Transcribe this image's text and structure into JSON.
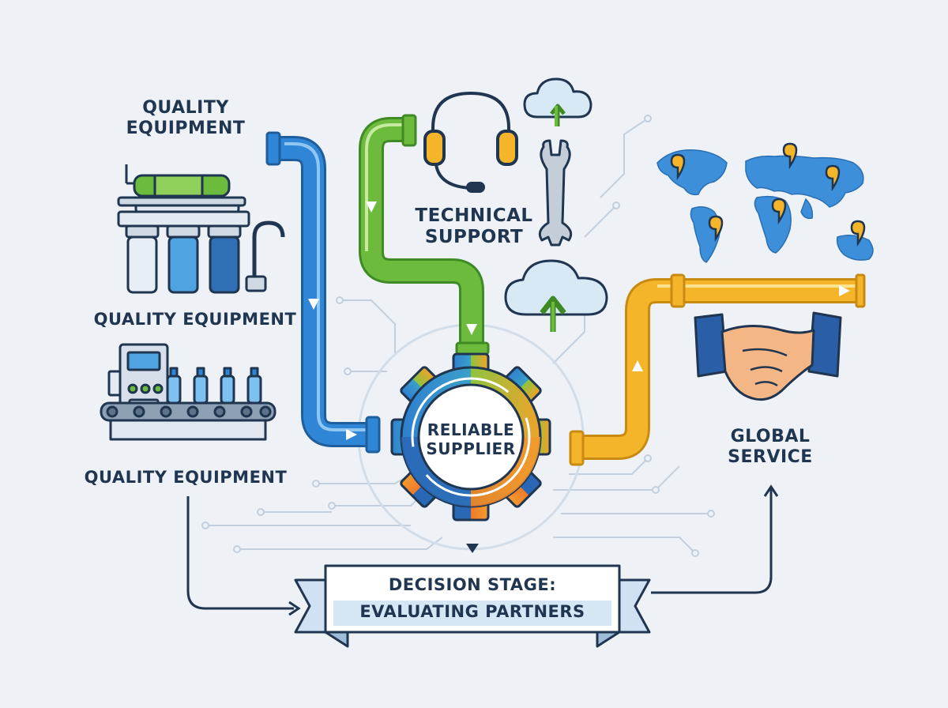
{
  "labels": {
    "quality_top_line1": "QUALITY",
    "quality_top_line2": "EQUIPMENT",
    "quality_mid": "QUALITY EQUIPMENT",
    "quality_bottom": "QUALITY EQUIPMENT",
    "tech_line1": "TECHNICAL",
    "tech_line2": "SUPPORT",
    "supplier_line1": "RELIABLE",
    "supplier_line2": "SUPPLIER",
    "global_line1": "GLOBAL",
    "global_line2": "SERVICE",
    "decision_line1": "DECISION STAGE:",
    "decision_line2": "EVALUATING PARTNERS"
  },
  "icons": [
    "water-filter-icon",
    "bottling-line-icon",
    "headset-icon",
    "wrench-icon",
    "cloud-upload-icon",
    "world-map-icon",
    "map-pin-icon",
    "handshake-icon",
    "gear-icon"
  ],
  "colors": {
    "blue_pipe": "#2f86d6",
    "green_pipe": "#6cbb3c",
    "yellow_pipe": "#f4b52a",
    "orange": "#ee7a2b",
    "navy_text": "#1f3550",
    "background": "#eef2f7"
  }
}
